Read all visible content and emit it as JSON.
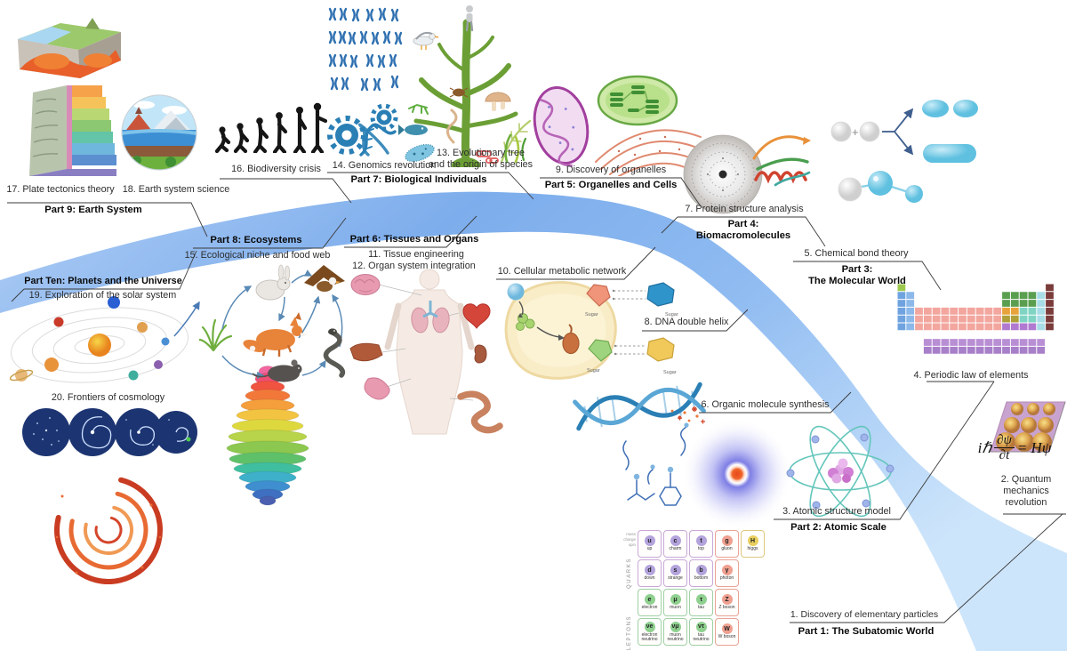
{
  "parts": {
    "p1": "Part 1: The Subatomic World",
    "p2": "Part 2: Atomic Scale",
    "p3a": "Part 3:",
    "p3b": "The Molecular World",
    "p4a": "Part 4:",
    "p4b": "Biomacromolecules",
    "p5": "Part 5: Organelles and Cells",
    "p6": "Part 6: Tissues and Organs",
    "p7": "Part 7: Biological Individuals",
    "p8": "Part 8: Ecosystems",
    "p9": "Part 9: Earth System",
    "p10": "Part Ten: Planets and the Universe"
  },
  "items": {
    "i1": "1. Discovery of elementary particles",
    "i2a": "2. Quantum",
    "i2b": "mechanics",
    "i2c": "revolution",
    "i3": "3. Atomic structure model",
    "i4": "4. Periodic law of elements",
    "i5": "5. Chemical bond theory",
    "i6": "6. Organic molecule synthesis",
    "i7": "7. Protein structure analysis",
    "i8": "8. DNA double helix",
    "i9": "9. Discovery of organelles",
    "i10": "10. Cellular metabolic network",
    "i11": "11. Tissue engineering",
    "i12": "12. Organ system integration",
    "i13a": "13. Evolutionary tree",
    "i13b": "and the origin of species",
    "i14": "14. Genomics revolution",
    "i15": "15. Ecological niche and food web",
    "i16": "16. Biodiversity crisis",
    "i17": "17. Plate tectonics theory",
    "i18": "18. Earth system science",
    "i19": "19. Exploration of the solar system",
    "i20": "20. Frontiers of cosmology"
  },
  "equation": {
    "coef": "iℏ",
    "numerator": "∂ψ",
    "denominator": "∂t",
    "rhs": "= Hψ"
  },
  "chemistry": {
    "plus": "+",
    "sugar": "Sugar"
  },
  "particle_table": {
    "quarks_label": "QUARKS",
    "leptons_label": "LEPTONS",
    "props": [
      "mass",
      "charge",
      "spin"
    ],
    "cells": [
      {
        "symbol": "u",
        "name": "up"
      },
      {
        "symbol": "c",
        "name": "charm"
      },
      {
        "symbol": "t",
        "name": "top"
      },
      {
        "symbol": "g",
        "name": "gluon"
      },
      {
        "symbol": "H",
        "name": "higgs"
      },
      {
        "symbol": "d",
        "name": "down"
      },
      {
        "symbol": "s",
        "name": "strange"
      },
      {
        "symbol": "b",
        "name": "bottom"
      },
      {
        "symbol": "γ",
        "name": "photon"
      },
      {
        "symbol": "e",
        "name": "electron"
      },
      {
        "symbol": "μ",
        "name": "muon"
      },
      {
        "symbol": "τ",
        "name": "tau"
      },
      {
        "symbol": "Z",
        "name": "Z boson"
      },
      {
        "symbol": "νe",
        "name": "electron neutrino"
      },
      {
        "symbol": "νμ",
        "name": "muon neutrino"
      },
      {
        "symbol": "ντ",
        "name": "tau neutrino"
      },
      {
        "symbol": "W",
        "name": "W boson"
      }
    ]
  },
  "colors": {
    "band_blue": "#7fafec",
    "line_dark": "#3a3a3a",
    "tree_green": "#6b9f35",
    "dna_blue": "#2a7fb5"
  }
}
